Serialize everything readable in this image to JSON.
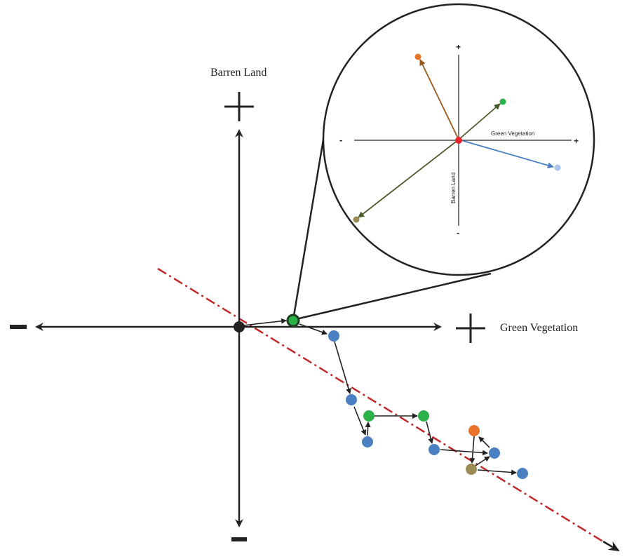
{
  "main_axes": {
    "x_label": "Green Vegetation",
    "y_label": "Barren Land",
    "plus_symbol": "+",
    "minus_symbol": "-"
  },
  "inset": {
    "x_label": "Green Vegetation",
    "y_label": "Barren Land",
    "plus_symbol": "+",
    "minus_symbol": "-"
  },
  "colors": {
    "green": "#2bb14a",
    "blue": "#4a7fc1",
    "orange": "#e8732a",
    "olive": "#9b8b55",
    "trend_line": "#c0282a",
    "origin": "#222222",
    "inset_red": "#e8232a",
    "inset_light_blue": "#a8c4e6"
  }
}
